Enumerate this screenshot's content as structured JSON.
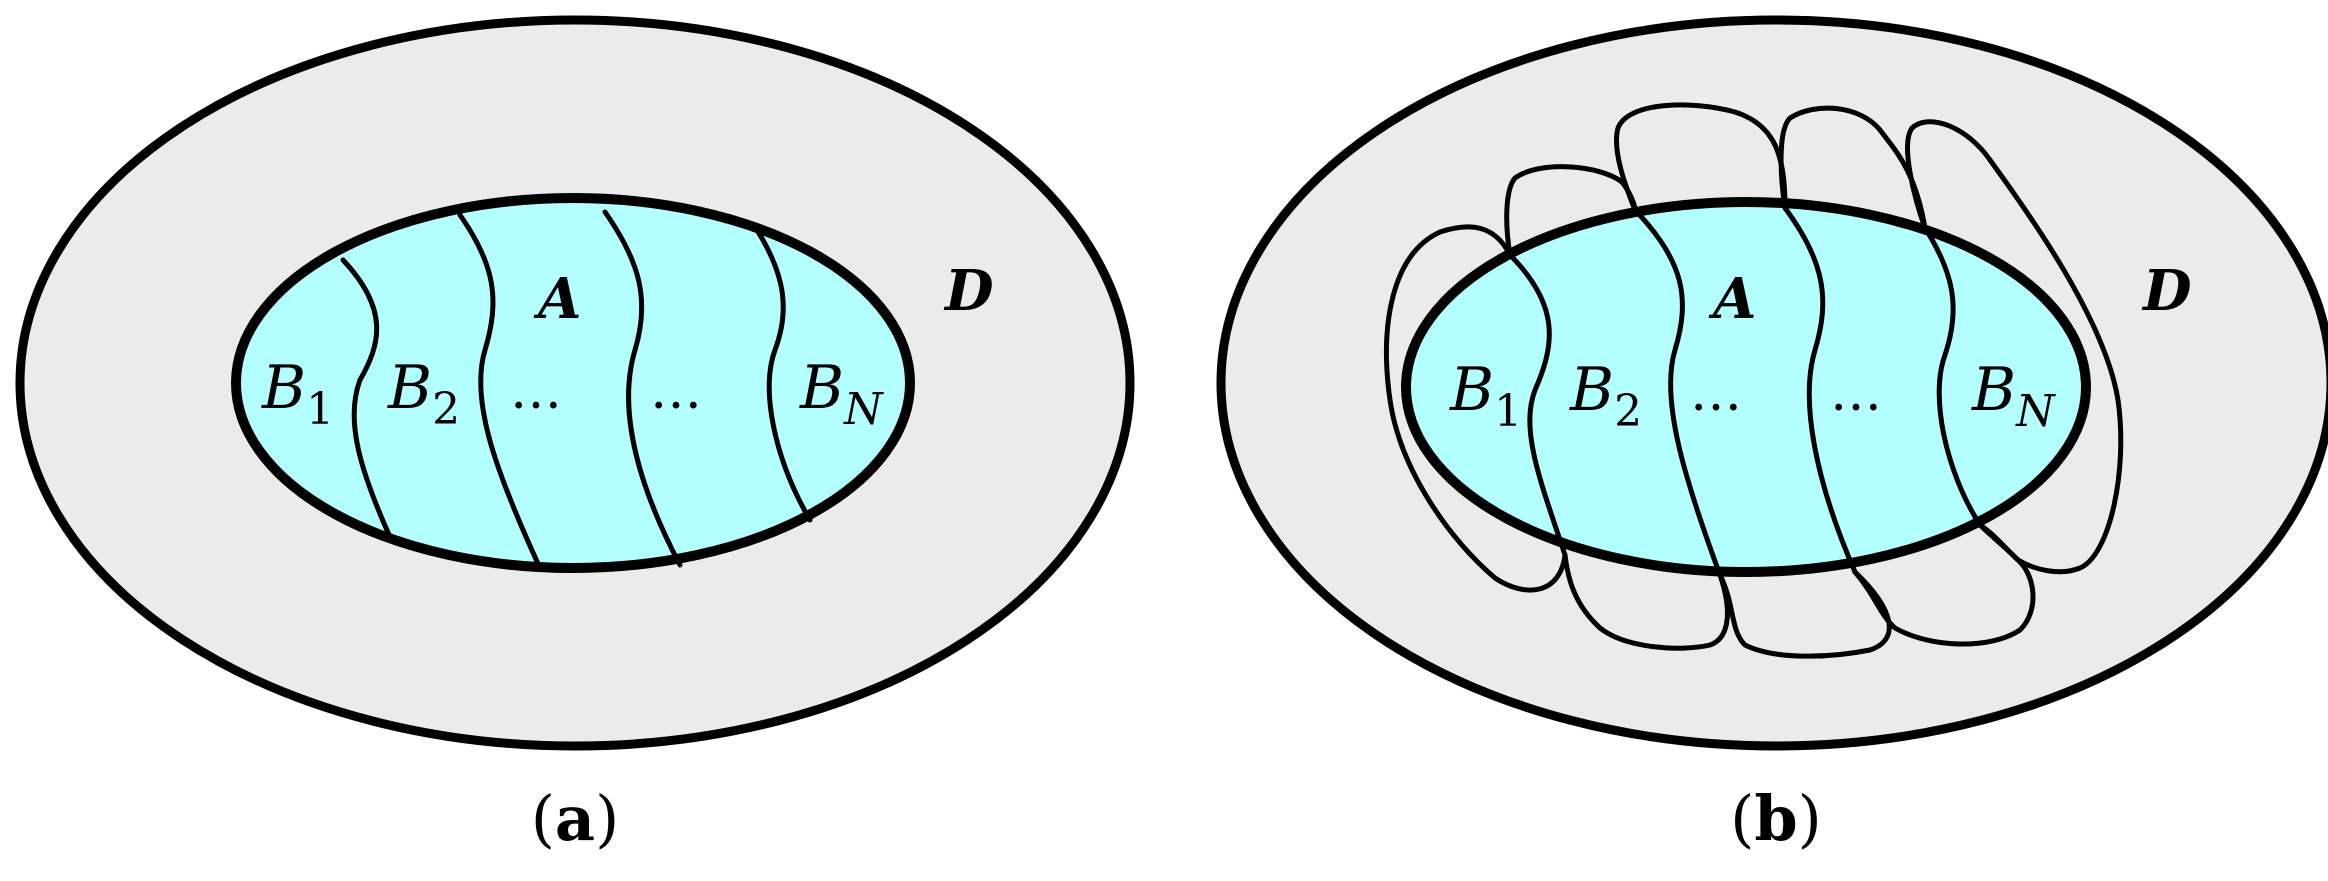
{
  "colors": {
    "outer_fill": "#ebebeb",
    "inner_fill": "#b3ffff",
    "stroke": "#000000"
  },
  "labels": {
    "outer_region": "D",
    "inner_region": "A",
    "b_letter": "B",
    "b1_sub": "1",
    "b2_sub": "2",
    "bn_sub": "N",
    "ellipsis": "…"
  },
  "panels": {
    "a": {
      "open": "(",
      "letter": "a",
      "close": ")"
    },
    "b": {
      "open": "(",
      "letter": "b",
      "close": ")"
    }
  }
}
